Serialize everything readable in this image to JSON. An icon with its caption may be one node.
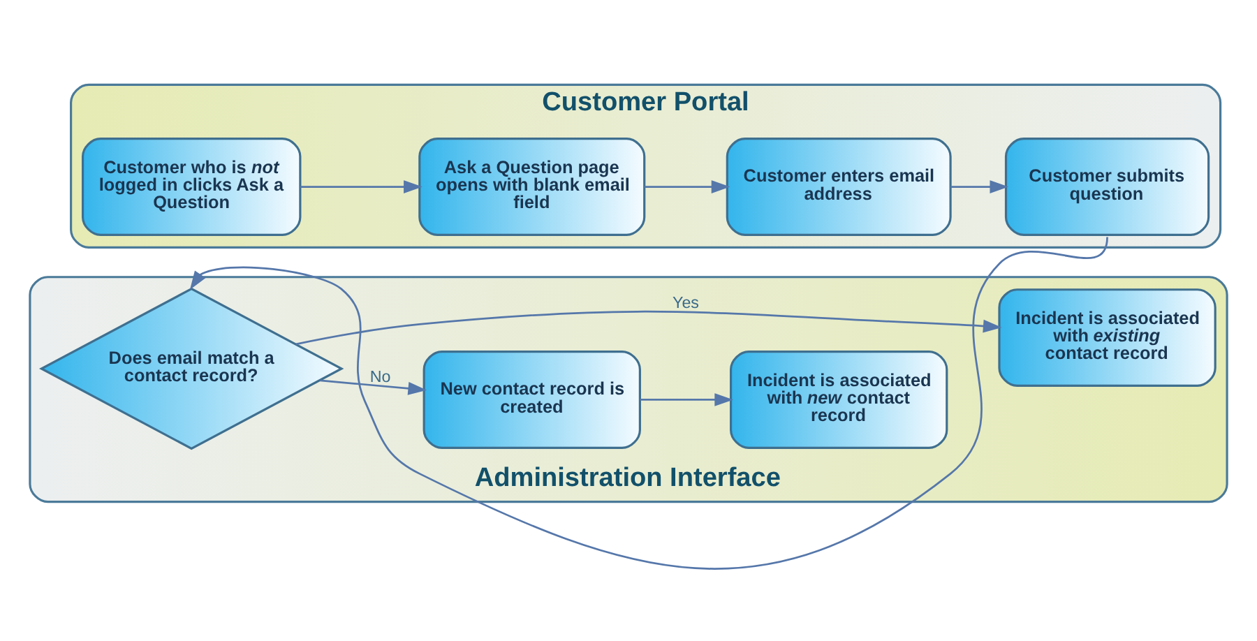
{
  "diagram": {
    "nodes": [
      {
        "text": [
          "Customer Portal"
        ]
      },
      {
        "text": [
          "Customer who is *not* logged in clicks Ask a Question"
        ],
        "in": 0
      },
      {
        "text": [
          "Ask a Question page opens with blank email field"
        ],
        "in": 0
      },
      {
        "text": [
          "Customer enters email address"
        ],
        "in": 0
      },
      {
        "text": [
          "Customer submits question"
        ],
        "in": 0
      },
      {
        "text": [
          "Administration Interface"
        ]
      },
      {
        "text": [
          "Does email match a contact record?"
        ],
        "in": 5
      },
      {
        "text": [
          "New contact record is created"
        ],
        "in": 5
      },
      {
        "text": [
          "Incident is associated with *new* contact record"
        ],
        "in": 5
      },
      {
        "text": [
          "Incident is associated with *existing* contact record"
        ],
        "in": 5
      }
    ],
    "edges": [
      {
        "from": 1,
        "to": 2,
        "arrow": "to"
      },
      {
        "from": 2,
        "to": 3,
        "arrow": "to"
      },
      {
        "from": 3,
        "to": 4,
        "arrow": "to"
      },
      {
        "from": 4,
        "to": 6,
        "arrow": "to"
      },
      {
        "from": 6,
        "to": 7,
        "arrow": "to",
        "label": "No"
      },
      {
        "from": 7,
        "to": 8,
        "arrow": "to"
      },
      {
        "from": 6,
        "to": 9,
        "arrow": "to",
        "label": "Yes"
      }
    ]
  }
}
